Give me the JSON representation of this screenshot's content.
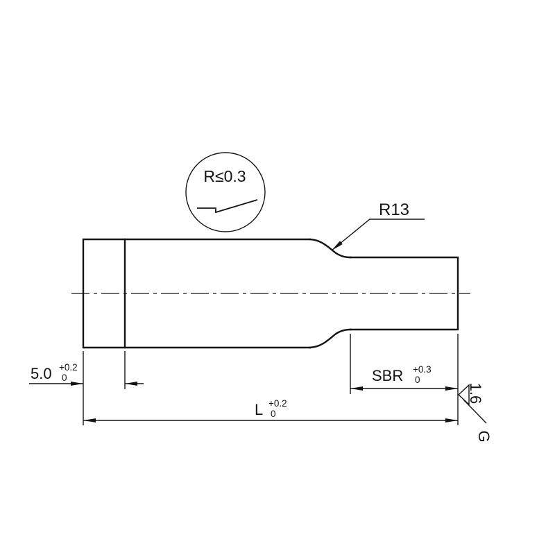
{
  "detail": {
    "note": "R≤0.3"
  },
  "labels": {
    "fillet_radius": "R13"
  },
  "dimensions": {
    "width5": {
      "value": "5.0",
      "tol_upper": "+0.2",
      "tol_lower": "0"
    },
    "sbr": {
      "value": "SBR",
      "tol_upper": "+0.3",
      "tol_lower": "0"
    },
    "length": {
      "value": "L",
      "tol_upper": "+0.2",
      "tol_lower": "0"
    }
  },
  "surface_finish": {
    "roughness": "1.6",
    "process": "G"
  }
}
